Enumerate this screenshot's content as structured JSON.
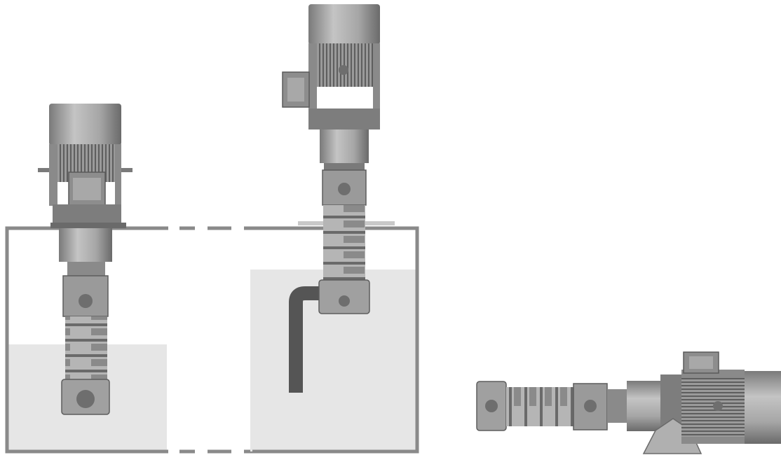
{
  "figure": {
    "pumps": [
      {
        "id": "vertical-pump-immersed",
        "orientation": "vertical"
      },
      {
        "id": "vertical-pump-with-suction-pipe",
        "orientation": "vertical"
      },
      {
        "id": "horizontal-pump",
        "orientation": "horizontal"
      }
    ],
    "colors": {
      "background": "#ffffff",
      "tank_outline": "#8a8a8a",
      "liquid": "#e6e6e6",
      "suction_pipe": "#555555",
      "motor_body": "#a9a9a9",
      "motor_dark": "#6f6f6f",
      "metal_light": "#c9c9c9"
    }
  }
}
